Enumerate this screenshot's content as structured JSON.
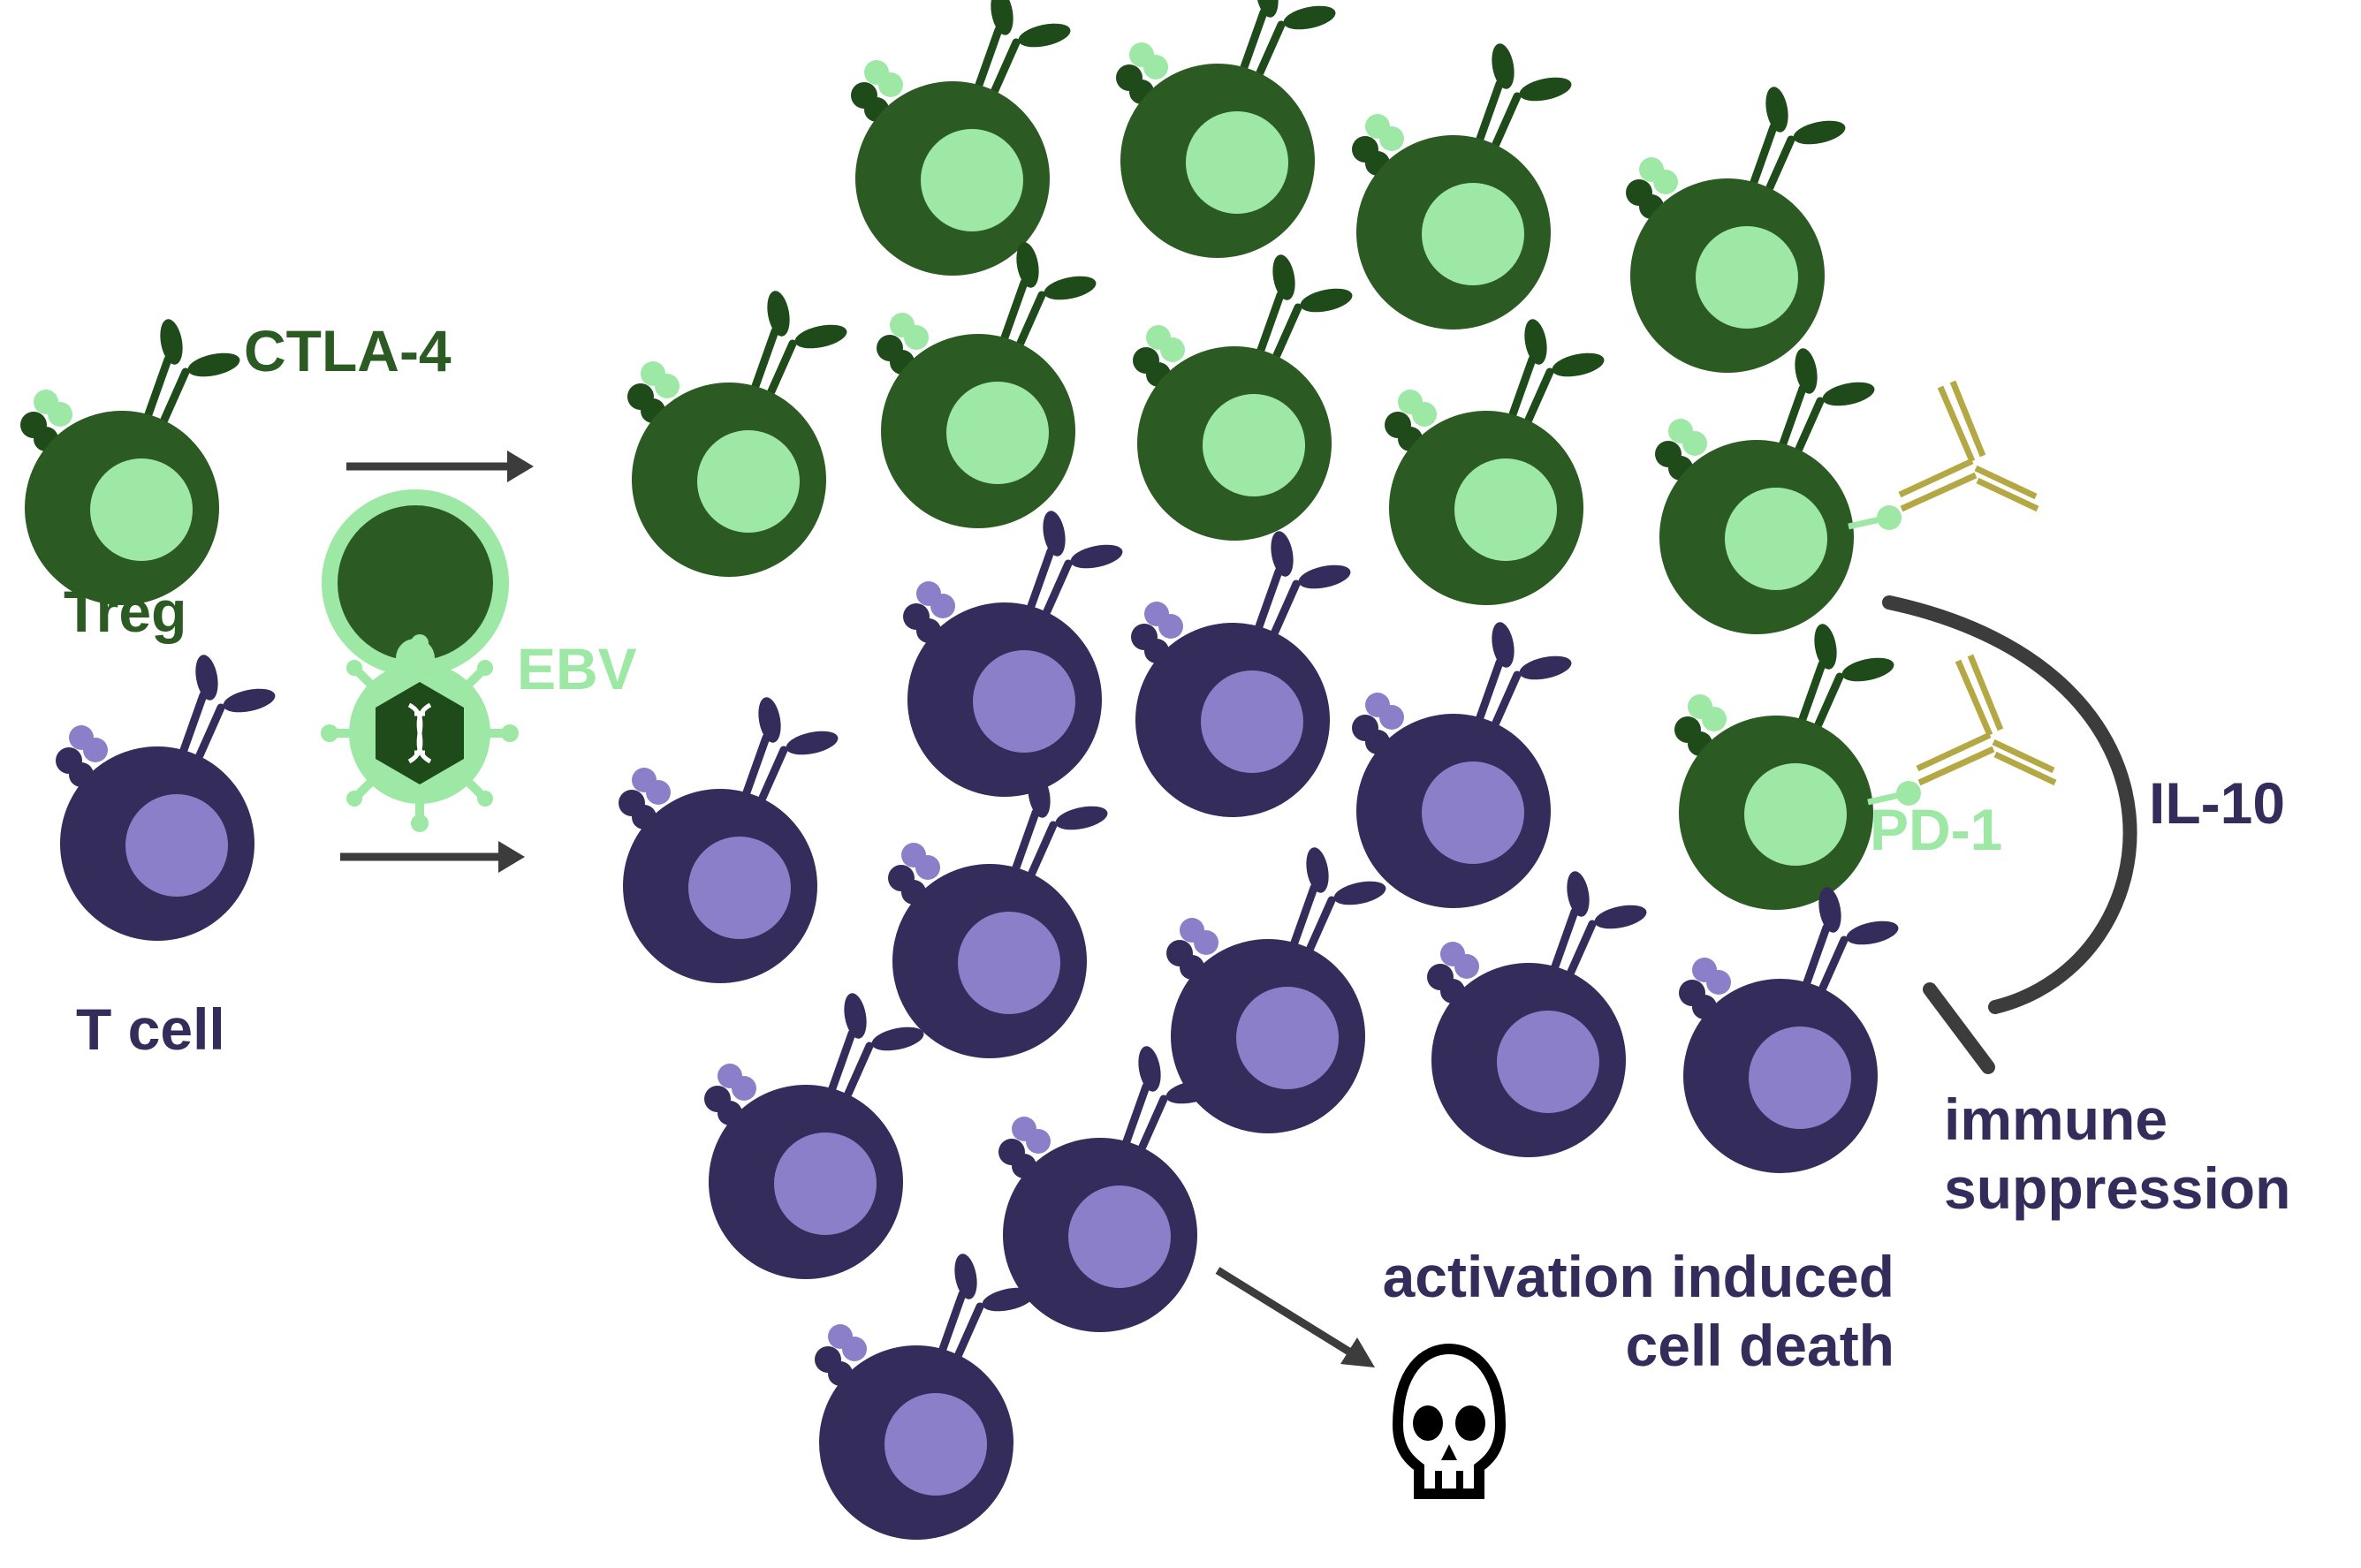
{
  "labels": {
    "ctla4": "CTLA-4",
    "treg": "Treg",
    "ebv": "EBV",
    "tcell": "T cell",
    "il10": "IL-10",
    "pd1": "PD-1",
    "immune_1": "immune",
    "immune_2": "suppression",
    "aicd_1": "activation induced",
    "aicd_2": "cell death"
  },
  "colors": {
    "treg_body": "#2c5a23",
    "treg_nucleus": "#9ce8a4",
    "treg_receptor": "#1f4a1a",
    "treg_light_dots": "#9ce8a4",
    "tcell_body": "#342c5a",
    "tcell_nucleus": "#8c7fc9",
    "tcell_dots": "#8c7fc9",
    "ebv": "#9ce8a4",
    "antibody": "#b4a844",
    "arrow": "#3c3c3c"
  },
  "icons": [
    "dna-icon",
    "skull-icon"
  ]
}
